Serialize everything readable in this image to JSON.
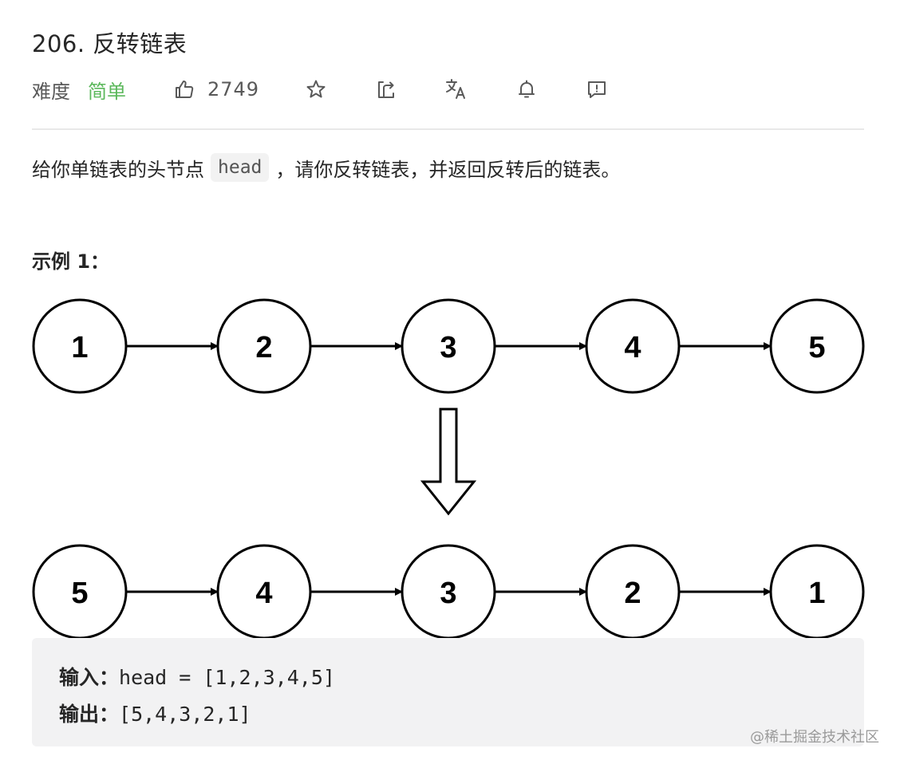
{
  "problem": {
    "title": "206. 反转链表",
    "difficulty_label": "难度",
    "difficulty_value": "简单",
    "like_count": "2749"
  },
  "toolbar": {
    "icons": [
      "thumbs-up-icon",
      "star-icon",
      "share-icon",
      "translate-icon",
      "bell-icon",
      "feedback-icon"
    ]
  },
  "description": {
    "before": "给你单链表的头节点",
    "code": "head",
    "after": "，请你反转链表，并返回反转后的链表。"
  },
  "example": {
    "title": "示例 1：",
    "list_before": [
      "1",
      "2",
      "3",
      "4",
      "5"
    ],
    "list_after": [
      "5",
      "4",
      "3",
      "2",
      "1"
    ],
    "input_label": "输入：",
    "input_value": "head = [1,2,3,4,5]",
    "output_label": "输出：",
    "output_value": "[5,4,3,2,1]"
  },
  "watermark": "@稀土掘金技术社区",
  "colors": {
    "easy": "#5cb85c",
    "text": "#262626",
    "muted": "#595959",
    "code_bg": "#f2f2f3"
  }
}
